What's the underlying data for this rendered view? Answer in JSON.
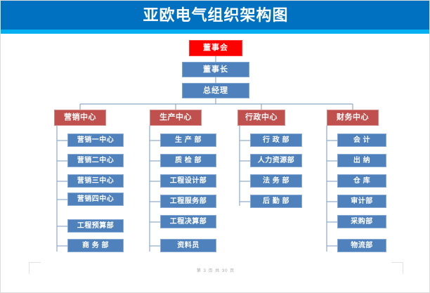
{
  "document": {
    "title": "亚欧电气组织架构图",
    "footer": "第 3 页 共 30 页",
    "colors": {
      "header_band": "#0070C0",
      "header_stripe": "#00B0F0",
      "board_red": "#FF0000",
      "center_red": "#C0504D",
      "node_blue": "#4F81BD",
      "page_background": "#FFFFFF"
    }
  },
  "chart_data": {
    "type": "diagram",
    "title": "亚欧电气组织架构图",
    "orientation": "top-down-org-chart",
    "levels": [
      {
        "level": 1,
        "nodes": [
          "董事会"
        ]
      },
      {
        "level": 2,
        "nodes": [
          "董事长"
        ]
      },
      {
        "level": 3,
        "nodes": [
          "总经理"
        ]
      },
      {
        "level": 4,
        "nodes": [
          "营销中心",
          "生产中心",
          "行政中心",
          "财务中心"
        ]
      },
      {
        "level": 5,
        "nodes": [
          "营销一中心",
          "营销二中心",
          "营销三中心",
          "营销四中心",
          "工程预算部",
          "商务部",
          "生产部",
          "质检部",
          "工程设计部",
          "工程服务部",
          "工程决算部",
          "资料员",
          "行政部",
          "人力资源部",
          "法务部",
          "后勤部",
          "会  计",
          "出  纳",
          "仓  库",
          "审计部",
          "采购部",
          "物流部"
        ]
      }
    ]
  },
  "top": {
    "board": "董事会",
    "chairman": "董事长",
    "general_manager": "总经理"
  },
  "branches": [
    {
      "center": "营销中心",
      "items": [
        "营销一中心",
        "营销二中心",
        "营销三中心",
        "营销四中心",
        "工程预算部",
        "商 务 部"
      ]
    },
    {
      "center": "生产中心",
      "items": [
        "生 产 部",
        "质 检 部",
        "工程设计部",
        "工程服务部",
        "工程决算部",
        "资料员"
      ]
    },
    {
      "center": "行政中心",
      "items": [
        "行 政 部",
        "人力资源部",
        "法 务 部",
        "后 勤 部"
      ]
    },
    {
      "center": "财务中心",
      "items": [
        "会  计",
        "出  纳",
        "仓  库",
        "审计部",
        "采购部",
        "物流部"
      ]
    }
  ]
}
